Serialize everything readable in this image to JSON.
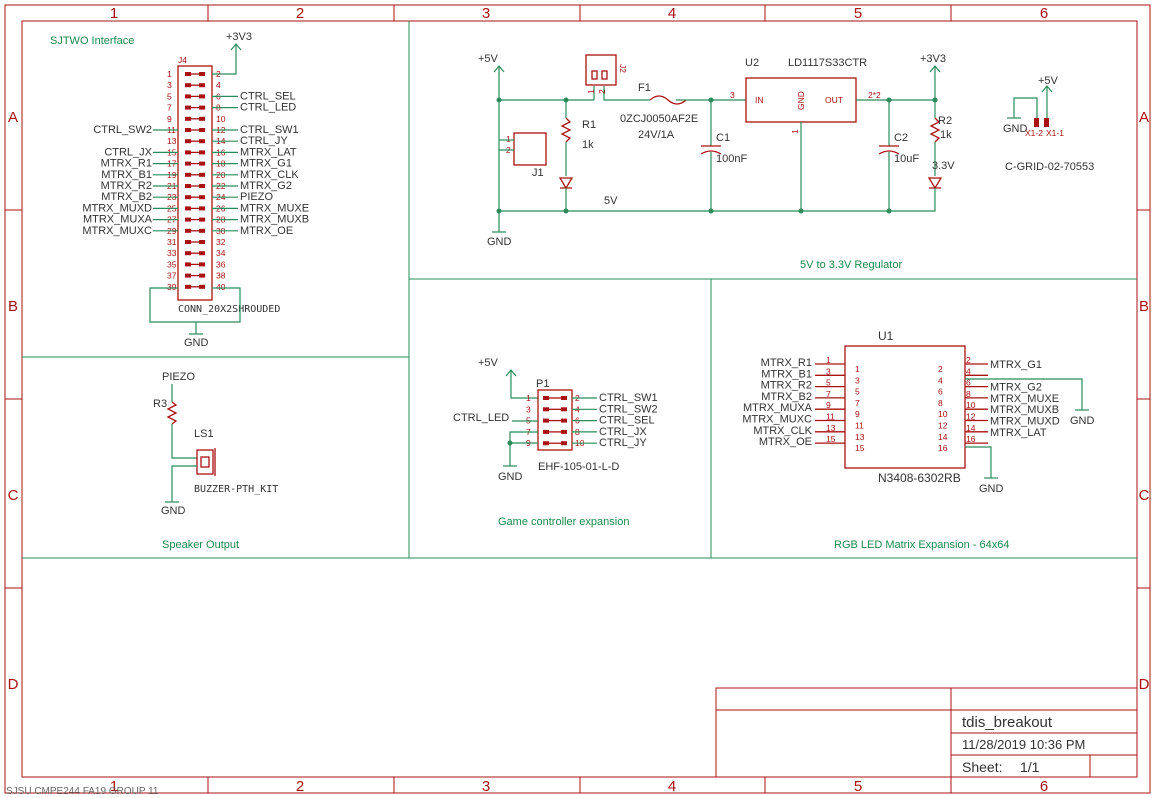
{
  "frame": {
    "columns": [
      "1",
      "2",
      "3",
      "4",
      "5",
      "6"
    ],
    "rows": [
      "A",
      "B",
      "C",
      "D"
    ]
  },
  "sections": {
    "sjtwo": "SJTWO Interface",
    "regulator": "5V to 3.3V Regulator",
    "speaker": "Speaker Output",
    "game": "Game controller expansion",
    "rgb": "RGB LED Matrix Expansion - 64x64"
  },
  "j4": {
    "name": "J4",
    "value": "CONN_20X2SHROUDED",
    "power": "+3V3",
    "gnd": "GND",
    "pins_left": [
      "1",
      "3",
      "5",
      "7",
      "9",
      "11",
      "13",
      "15",
      "17",
      "19",
      "21",
      "23",
      "25",
      "27",
      "29",
      "31",
      "33",
      "35",
      "37",
      "39"
    ],
    "pins_right": [
      "2",
      "4",
      "6",
      "8",
      "10",
      "12",
      "14",
      "16",
      "18",
      "20",
      "22",
      "24",
      "26",
      "28",
      "30",
      "32",
      "34",
      "36",
      "38",
      "40"
    ],
    "nets_left": [
      "",
      "",
      "",
      "",
      "",
      "CTRL_SW2",
      "",
      "CTRL_JX",
      "MTRX_R1",
      "MTRX_B1",
      "MTRX_R2",
      "MTRX_B2",
      "MTRX_MUXD",
      "MTRX_MUXA",
      "MTRX_MUXC",
      "",
      "",
      "",
      "",
      ""
    ],
    "nets_right": [
      "",
      "",
      "CTRL_SEL",
      "CTRL_LED",
      "",
      "CTRL_SW1",
      "CTRL_JY",
      "MTRX_LAT",
      "MTRX_G1",
      "MTRX_CLK",
      "MTRX_G2",
      "PIEZO",
      "MTRX_MUXE",
      "MTRX_MUXB",
      "MTRX_OE",
      "",
      "",
      "",
      "",
      ""
    ]
  },
  "regulator": {
    "plus5v": "+5V",
    "plus3v3": "+3V3",
    "gnd": "GND",
    "j2": "J2",
    "j2_pins": [
      "1",
      "2"
    ],
    "j1": "J1",
    "j1_pins": [
      "1",
      "2"
    ],
    "r1": "R1",
    "r1_value": "1k",
    "f1": "F1",
    "f1_part": "0ZCJ0050AF2E",
    "f1_rating": "24V/1A",
    "c1": "C1",
    "c1_value": "100nF",
    "u2": "U2",
    "u2_part": "LD1117S33CTR",
    "u2_in": "IN",
    "u2_gnd": "GND",
    "u2_out": "OUT",
    "u2_pin3": "3",
    "u2_pin1": "1",
    "u2_pin2": "2*2",
    "c2": "C2",
    "c2_value": "10uF",
    "r2": "R2",
    "r2_value": "1k",
    "led_label": "3.3V",
    "net_5v": "5V",
    "x1_power": "+5V",
    "x1_gnd": "GND",
    "x1_pin2": "X1-2",
    "x1_pin1": "X1-1",
    "x1_part": "C-GRID-02-70553"
  },
  "speaker": {
    "net": "PIEZO",
    "r3": "R3",
    "ls1": "LS1",
    "ls1_part": "BUZZER-PTH_KIT",
    "gnd": "GND"
  },
  "game": {
    "power": "+5V",
    "name": "P1",
    "part": "EHF-105-01-L-D",
    "gnd": "GND",
    "ctrl_led": "CTRL_LED",
    "pins_left": [
      "1",
      "3",
      "5",
      "7",
      "9"
    ],
    "pins_right": [
      "2",
      "4",
      "6",
      "8",
      "10"
    ],
    "nets_right": [
      "CTRL_SW1",
      "CTRL_SW2",
      "CTRL_SEL",
      "CTRL_JX",
      "CTRL_JY"
    ]
  },
  "rgb": {
    "name": "U1",
    "part": "N3408-6302RB",
    "gnd1": "GND",
    "gnd2": "GND",
    "pins_left": [
      "1",
      "3",
      "5",
      "7",
      "9",
      "11",
      "13",
      "15"
    ],
    "pins_right": [
      "2",
      "4",
      "6",
      "8",
      "10",
      "12",
      "14",
      "16"
    ],
    "nets_left": [
      "MTRX_R1",
      "MTRX_B1",
      "MTRX_R2",
      "MTRX_B2",
      "MTRX_MUXA",
      "MTRX_MUXC",
      "MTRX_CLK",
      "MTRX_OE"
    ],
    "nets_right": [
      "MTRX_G1",
      "",
      "MTRX_G2",
      "MTRX_MUXE",
      "MTRX_MUXB",
      "MTRX_MUXD",
      "MTRX_LAT",
      ""
    ]
  },
  "title_block": {
    "title": "tdis_breakout",
    "date": "11/28/2019 10:36 PM",
    "sheet_label": "Sheet:",
    "sheet_value": "1/1"
  },
  "footer": "SJSU CMPE244 FA19 GROUP 11"
}
